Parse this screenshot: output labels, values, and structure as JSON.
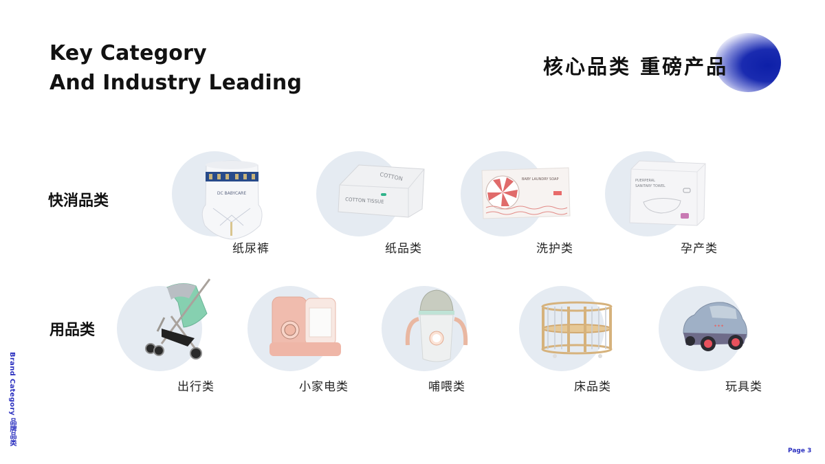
{
  "header": {
    "title_en_line1": "Key Category",
    "title_en_line2": "And Industry Leading",
    "title_cn": "核心品类 重磅产品",
    "accent_color": "#1022aa"
  },
  "rows": [
    {
      "label": "快消品类",
      "items": [
        {
          "label": "纸尿裤",
          "icon": "diaper-icon"
        },
        {
          "label": "纸品类",
          "icon": "tissue-box-icon"
        },
        {
          "label": "洗护类",
          "icon": "laundry-soap-icon"
        },
        {
          "label": "孕产类",
          "icon": "sanitary-towel-icon"
        }
      ]
    },
    {
      "label": "用品类",
      "items": [
        {
          "label": "出行类",
          "icon": "stroller-icon"
        },
        {
          "label": "小家电类",
          "icon": "food-processor-icon"
        },
        {
          "label": "哺喂类",
          "icon": "sippy-cup-icon"
        },
        {
          "label": "床品类",
          "icon": "crib-icon"
        },
        {
          "label": "玩具类",
          "icon": "toy-car-icon"
        }
      ]
    }
  ],
  "product_text": {
    "diaper_brand": "DC BABYCARE",
    "tissue_top": "COTTON TISSUE",
    "tissue_side": "COTTON TISSUE",
    "soap": "BABY LAUNDRY SOAP",
    "towel": "PUERPERAL SANITARY TOWEL"
  },
  "footer": {
    "side_text": "Brand Category 品牌品类",
    "page": "Page 3"
  }
}
